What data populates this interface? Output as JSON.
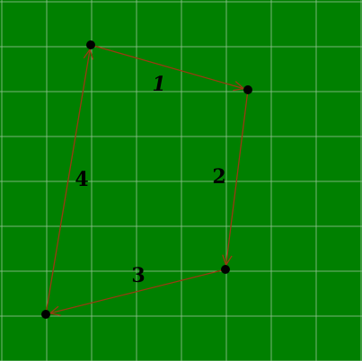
{
  "background_color": "#008000",
  "grid_color": "#8fbf8f",
  "edge_color": "#9a3a12",
  "vertex_color": "#000000",
  "diagram": {
    "edges": [
      {
        "label": "1",
        "italic": true
      },
      {
        "label": "2",
        "italic": false
      },
      {
        "label": "3",
        "italic": false
      },
      {
        "label": "4",
        "italic": false
      }
    ]
  }
}
